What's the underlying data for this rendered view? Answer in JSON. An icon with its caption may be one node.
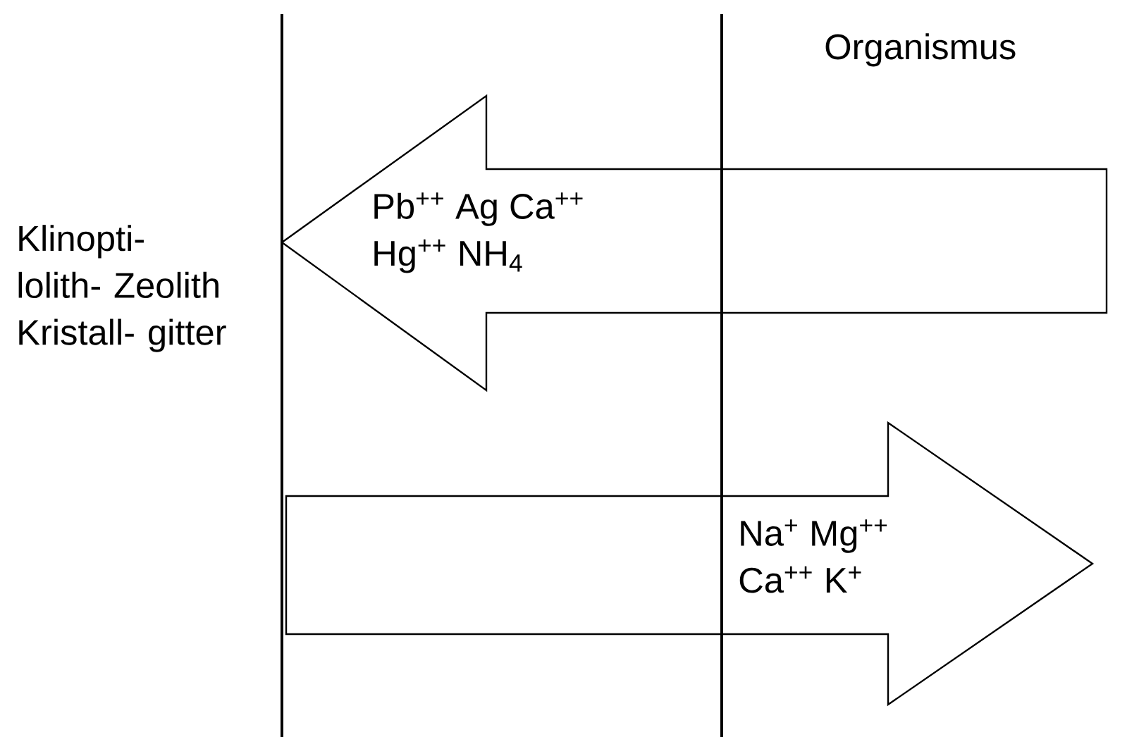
{
  "diagram": {
    "nodes": [
      {
        "text": [
          "Klinopti- lolith- Zeolith Kristall- gitter"
        ]
      },
      {
        "text": [
          "Organismus"
        ]
      },
      {
        "text": [
          "Pb$^{++}$ Ag  Ca$^{++}$",
          "Hg$^{++}$  NH$_{4}$"
        ]
      },
      {
        "text": [
          "Na$^{+}$  Mg$^{++}$",
          "Ca$^{++}$  K$^{+}$"
        ]
      }
    ],
    "edges": []
  }
}
